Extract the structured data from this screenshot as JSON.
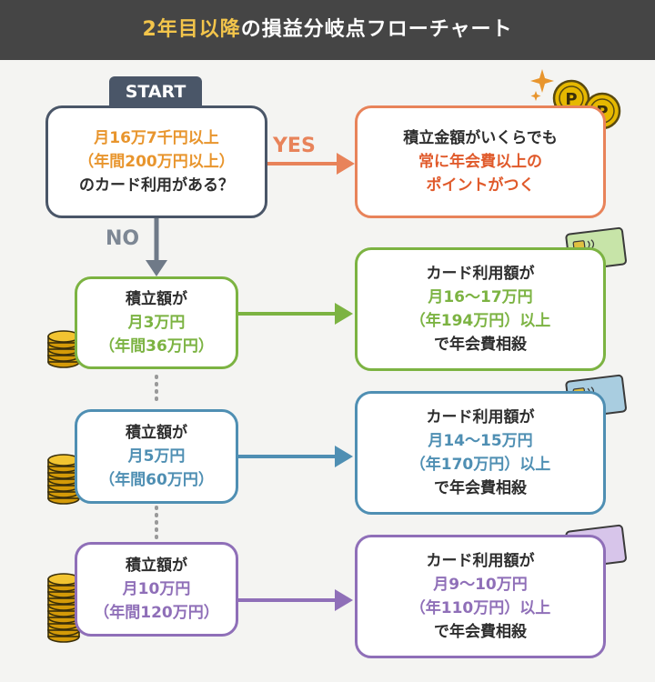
{
  "title": {
    "accent": "2年目以降",
    "rest": "の損益分岐点フローチャート"
  },
  "start": {
    "tag": "START",
    "lines": [
      "月16万7千円以上",
      "（年間200万円以上）",
      "のカード利用がある？"
    ],
    "colors": {
      "highlight": "#e8952d",
      "border": "#4a5668"
    }
  },
  "yes_label": "YES",
  "no_label": "NO",
  "yes_result": [
    "積立金額がいくらでも",
    "常に年会費以上の",
    "ポイントがつく"
  ],
  "tiers": [
    {
      "color": "#7cb342",
      "left": [
        "積立額が",
        "月3万円",
        "（年間36万円）"
      ],
      "right": [
        "カード利用額が",
        "月16〜17万円",
        "（年194万円）以上",
        "で年会費相殺"
      ],
      "coin_count": 4,
      "card_color": "#c7e4a8"
    },
    {
      "color": "#4f8fb3",
      "left": [
        "積立額が",
        "月5万円",
        "（年間60万円）"
      ],
      "right": [
        "カード利用額が",
        "月14〜15万円",
        "（年170万円）以上",
        "で年会費相殺"
      ],
      "coin_count": 6,
      "card_color": "#a9cde0"
    },
    {
      "color": "#8f6fb8",
      "left": [
        "積立額が",
        "月10万円",
        "（年間120万円）"
      ],
      "right": [
        "カード利用額が",
        "月9〜10万円",
        "（年110万円）以上",
        "で年会費相殺"
      ],
      "coin_count": 9,
      "card_color": "#d7c5ea"
    }
  ],
  "icons": [
    "coin-p-icon",
    "sparkle-icon",
    "credit-card-icon",
    "coin-stack-icon",
    "arrow-icon"
  ]
}
